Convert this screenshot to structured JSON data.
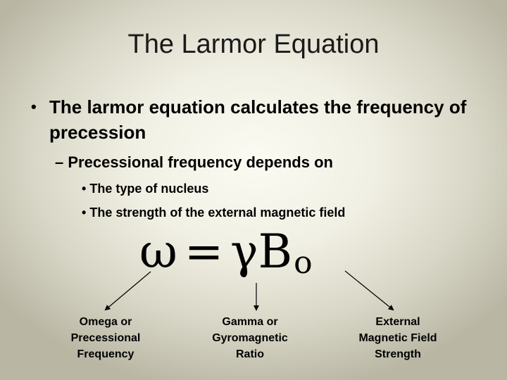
{
  "slide": {
    "title": "The Larmor Equation",
    "bullet1": "The larmor equation calculates the frequency of precession",
    "bullet1_marker": "•",
    "bullet2": "Precessional frequency depends on",
    "bullet2_marker": "–",
    "bullet3a": "The type of nucleus",
    "bullet3b": "The strength of the external magnetic field",
    "bullet3_marker": "•"
  },
  "equation": {
    "omega": "ω",
    "equals": "=",
    "gamma": "γ",
    "b": "B",
    "subscript": "o"
  },
  "labels": {
    "omega_line1": "Omega or",
    "omega_line2": "Precessional",
    "omega_line3": "Frequency",
    "gamma_line1": "Gamma or",
    "gamma_line2": "Gyromagnetic",
    "gamma_line3": "Ratio",
    "field_line1": "External",
    "field_line2": "Magnetic Field",
    "field_line3": "Strength"
  }
}
